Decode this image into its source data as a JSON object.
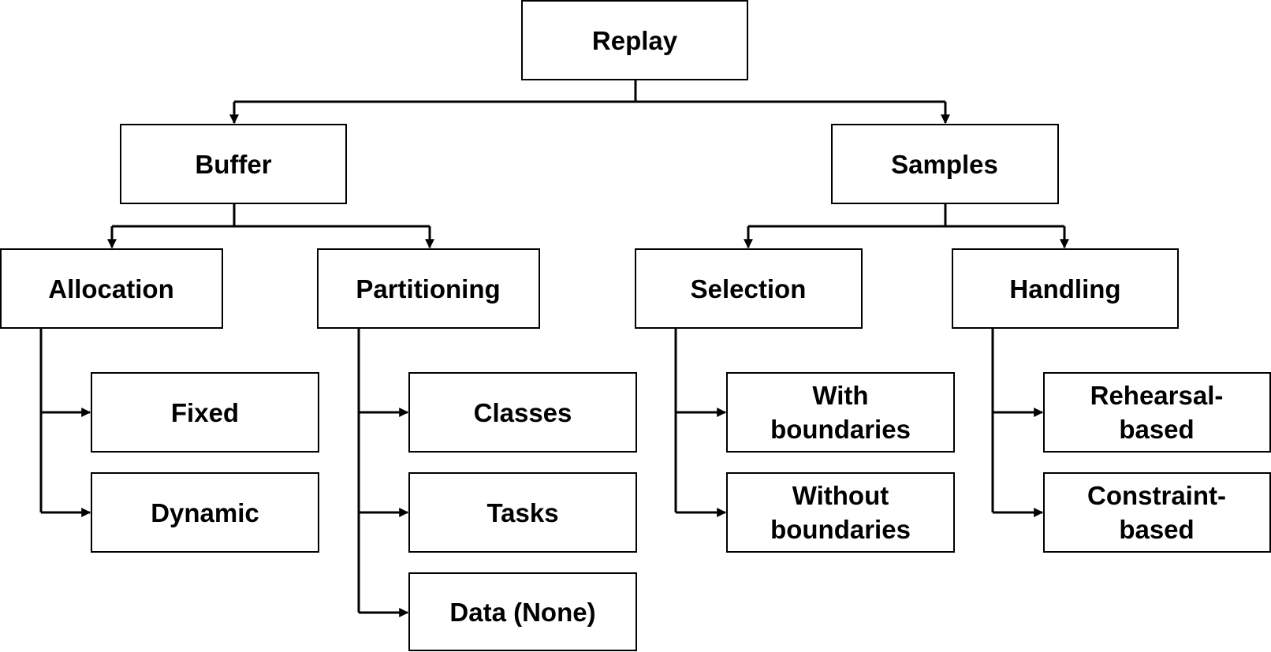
{
  "diagram": {
    "type": "tree",
    "root": {
      "label": "Replay",
      "children": [
        {
          "label": "Buffer",
          "children": [
            {
              "label": "Allocation",
              "children": [
                {
                  "label": "Fixed"
                },
                {
                  "label": "Dynamic"
                }
              ]
            },
            {
              "label": "Partitioning",
              "children": [
                {
                  "label": "Classes"
                },
                {
                  "label": "Tasks"
                },
                {
                  "label": "Data (None)"
                }
              ]
            }
          ]
        },
        {
          "label": "Samples",
          "children": [
            {
              "label": "Selection",
              "children": [
                {
                  "label": "With boundaries"
                },
                {
                  "label": "Without boundaries"
                }
              ]
            },
            {
              "label": "Handling",
              "children": [
                {
                  "label": "Rehearsal-based"
                },
                {
                  "label": "Constraint-based"
                }
              ]
            }
          ]
        }
      ]
    },
    "colors": {
      "line": "#000000",
      "box_fill": "#ffffff",
      "text": "#000000"
    }
  }
}
